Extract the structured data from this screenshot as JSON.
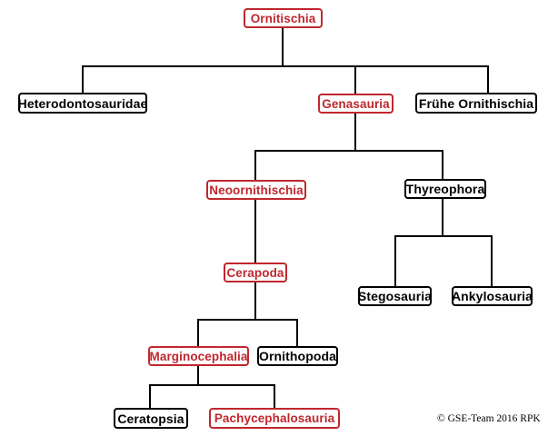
{
  "nodes": {
    "ornitischia": "Ornitischia",
    "heterodontosauridae": "Heterodontosauridae",
    "genasauria": "Genasauria",
    "fruehe_ornithischia": "Frühe Ornithischia",
    "neoornithischia": "Neoornithischia",
    "thyreophora": "Thyreophora",
    "cerapoda": "Cerapoda",
    "stegosauria": "Stegosauria",
    "ankylosauria": "Ankylosauria",
    "marginocephalia": "Marginocephalia",
    "ornithopoda": "Ornithopoda",
    "ceratopsia": "Ceratopsia",
    "pachycephalosauria": "Pachycephalosauria"
  },
  "credit": "© GSE-Team 2016 RPK",
  "colors": {
    "highlight": "#c0272d",
    "default": "#000000",
    "line": "#000000"
  }
}
